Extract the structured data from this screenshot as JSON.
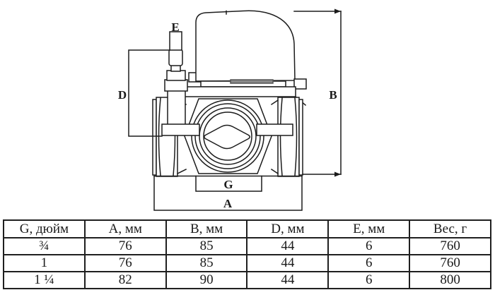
{
  "diagram": {
    "title": "three-way-valve-technical-drawing",
    "dim_labels": {
      "E": "E",
      "D": "D",
      "B": "B",
      "G": "G",
      "A": "A"
    },
    "line_color": "#1c1c1c"
  },
  "table": {
    "headers": [
      "G, дюйм",
      "A, мм",
      "B, мм",
      "D, мм",
      "E, мм",
      "Вес, г"
    ],
    "rows": [
      [
        "¾",
        "76",
        "85",
        "44",
        "6",
        "760"
      ],
      [
        "1",
        "76",
        "85",
        "44",
        "6",
        "760"
      ],
      [
        "1 ¼",
        "82",
        "90",
        "44",
        "6",
        "800"
      ]
    ]
  }
}
